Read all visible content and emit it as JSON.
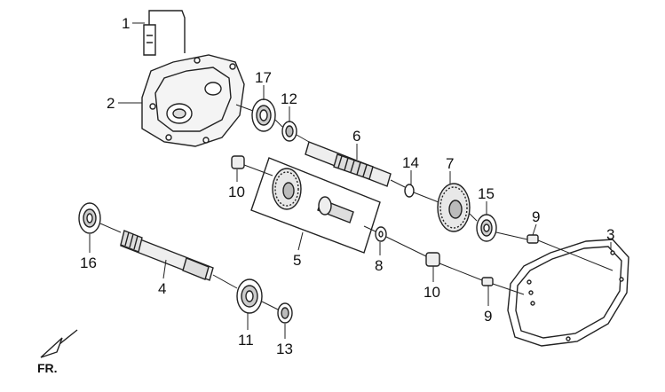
{
  "callouts": {
    "c1": "1",
    "c2": "2",
    "c3": "3",
    "c4": "4",
    "c5": "5",
    "c6": "6",
    "c7": "7",
    "c8": "8",
    "c9a": "9",
    "c9b": "9",
    "c10a": "10",
    "c10b": "10",
    "c11": "11",
    "c12": "12",
    "c13": "13",
    "c14": "14",
    "c15": "15",
    "c16": "16",
    "c17": "17"
  },
  "orientation": {
    "label": "FR."
  },
  "icons": [
    "front-direction-arrow-icon"
  ]
}
